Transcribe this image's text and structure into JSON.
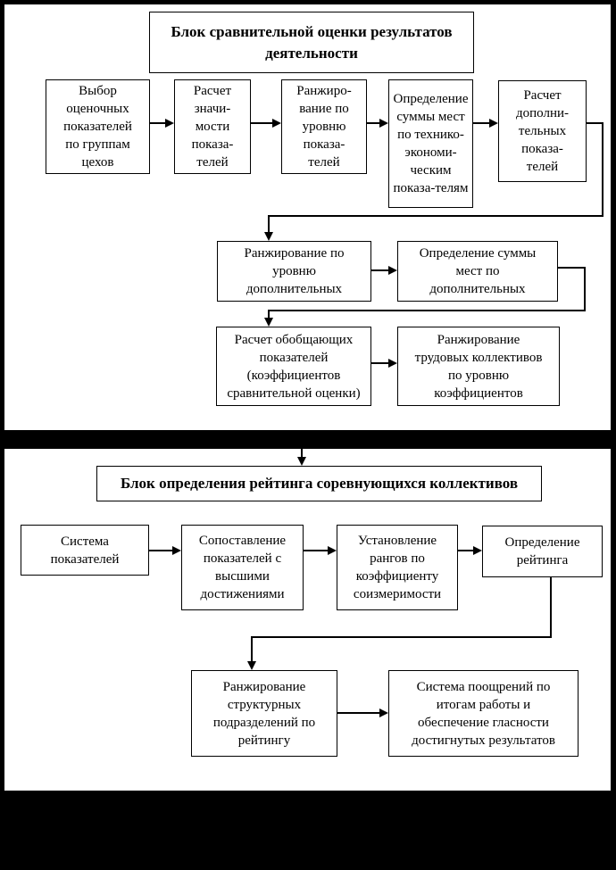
{
  "colors": {
    "background": "#000000",
    "panel": "#ffffff",
    "line": "#000000",
    "text": "#000000"
  },
  "block1": {
    "title": "Блок сравнительной оценки результатов\nдеятельности",
    "row1": [
      "Выбор\nоценочных\nпоказателей\nпо группам\nцехов",
      "Расчет\nзначи-\nмости\nпоказа-\nтелей",
      "Ранжиро-\nвание по\nуровню\nпоказа-\nтелей",
      "Определение\nсуммы мест\nпо технико-\nэкономи-\nческим\nпоказа-телям",
      "Расчет\nдополни-\nтельных\nпоказа-\nтелей"
    ],
    "row2": [
      "Ранжирование по\nуровню\nдополнительных",
      "Определение суммы\nмест по\nдополнительных"
    ],
    "row3": [
      "Расчет обобщающих\nпоказателей\n(коэффициентов\nсравнительной оценки)",
      "Ранжирование\nтрудовых коллективов\nпо уровню\nкоэффициентов"
    ]
  },
  "block2": {
    "title": "Блок определения рейтинга соревнующихся коллективов",
    "row1": [
      "Система\nпоказателей",
      "Сопоставление\nпоказателей с\nвысшими\nдостижениями",
      "Установление\nрангов по\nкоэффициенту\nсоизмеримости",
      "Определение\nрейтинга"
    ],
    "row2": [
      "Ранжирование\nструктурных\nподразделений по\nрейтингу",
      "Система поощрений по\nитогам работы и\nобеспечение гласности\nдостигнутых результатов"
    ]
  }
}
